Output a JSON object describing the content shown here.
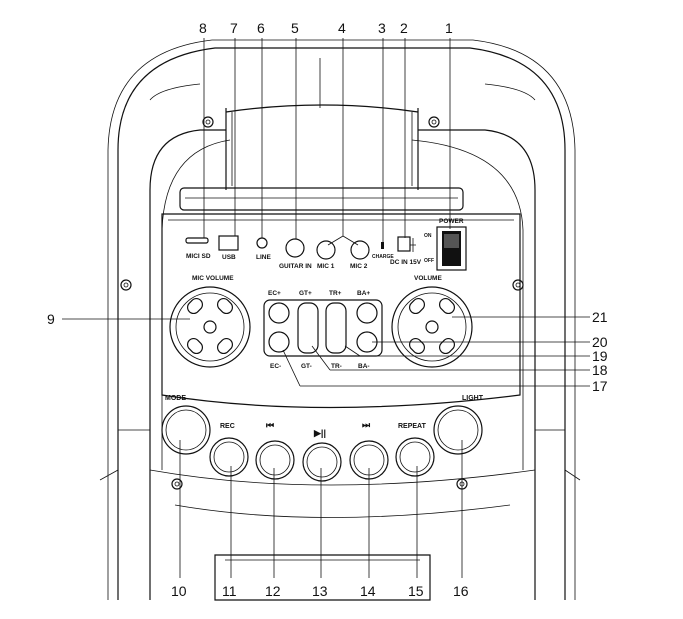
{
  "callouts": {
    "n1": "1",
    "n2": "2",
    "n3": "3",
    "n4": "4",
    "n5": "5",
    "n6": "6",
    "n7": "7",
    "n8": "8",
    "n9": "9",
    "n10": "10",
    "n11": "11",
    "n12": "12",
    "n13": "13",
    "n14": "14",
    "n15": "15",
    "n16": "16",
    "n17": "17",
    "n18": "18",
    "n19": "19",
    "n20": "20",
    "n21": "21"
  },
  "ports": {
    "micro_sd": "MICI SD",
    "usb": "USB",
    "line": "LINE",
    "guitar_in": "GUITAR IN",
    "mic1": "MIC 1",
    "mic2": "MIC 2",
    "charge": "CHARGE",
    "dc_in": "DC IN 15V",
    "power": "POWER",
    "on": "ON",
    "off": "OFF"
  },
  "knobs": {
    "mic_volume": "MIC VOLUME",
    "volume": "VOLUME"
  },
  "eq": {
    "ec_plus": "EC+",
    "gt_plus": "GT+",
    "tr_plus": "TR+",
    "ba_plus": "BA+",
    "ec_minus": "EC-",
    "gt_minus": "GT-",
    "tr_minus": "TR-",
    "ba_minus": "BA-"
  },
  "buttons": {
    "mode": "MODE",
    "rec": "REC",
    "prev": "⏮",
    "play_pause": "▶||",
    "next": "⏭",
    "repeat": "REPEAT",
    "light": "LIGHT"
  }
}
